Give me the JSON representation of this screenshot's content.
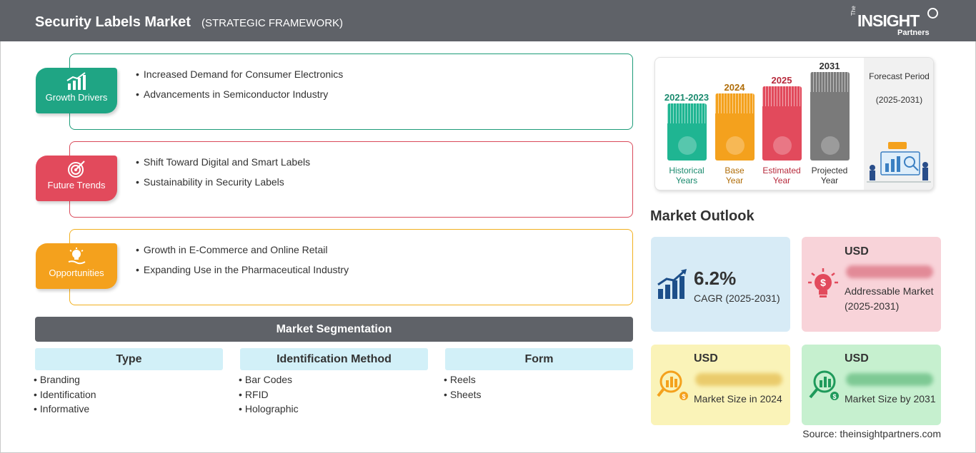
{
  "header": {
    "title": "Security Labels Market",
    "subtitle": "(STRATEGIC FRAMEWORK)",
    "logo_the": "The",
    "logo_insight": "INSIGHT",
    "logo_partners": "Partners"
  },
  "factors": {
    "growth": {
      "label": "Growth Drivers",
      "items": [
        "Increased Demand for Consumer Electronics",
        "Advancements in Semiconductor Industry"
      ]
    },
    "trends": {
      "label": "Future Trends",
      "items": [
        "Shift Toward Digital and Smart Labels",
        "Sustainability in Security Labels"
      ]
    },
    "opportunities": {
      "label": "Opportunities",
      "items": [
        "Growth in E-Commerce and Online Retail",
        "Expanding Use in the Pharmaceutical Industry"
      ]
    }
  },
  "segmentation": {
    "title": "Market Segmentation",
    "columns": [
      {
        "title": "Type",
        "items": [
          "Branding",
          "Identification",
          "Informative"
        ]
      },
      {
        "title": "Identification Method",
        "items": [
          "Bar Codes",
          "RFID",
          "Holographic"
        ]
      },
      {
        "title": "Form",
        "items": [
          "Reels",
          "Sheets"
        ]
      }
    ]
  },
  "timeline": {
    "periods": [
      {
        "year": "2021-2023",
        "label1": "Historical",
        "label2": "Years",
        "color": "#1fb592",
        "text_color": "#1a8a6e"
      },
      {
        "year": "2024",
        "label1": "Base",
        "label2": "Year",
        "color": "#f4a11d",
        "text_color": "#b06d08"
      },
      {
        "year": "2025",
        "label1": "Estimated",
        "label2": "Year",
        "color": "#e24a5c",
        "text_color": "#b72a3c"
      },
      {
        "year": "2031",
        "label1": "Projected",
        "label2": "Year",
        "color": "#7a7a7a",
        "text_color": "#333333"
      }
    ],
    "forecast_title": "Forecast Period",
    "forecast_range": "(2025-2031)"
  },
  "outlook": {
    "title": "Market Outlook",
    "cagr_value": "6.2%",
    "cagr_label": "CAGR (2025-2031)",
    "addressable_usd": "USD",
    "addressable_label": "Addressable Market (2025-2031)",
    "size_2024_usd": "USD",
    "size_2024_label": "Market Size in 2024",
    "size_2031_usd": "USD",
    "size_2031_label": "Market Size by 2031"
  },
  "source": "Source: theinsightpartners.com",
  "colors": {
    "header": "#5f6268",
    "growth": "#1fa584",
    "trends": "#e24a5c",
    "opportunities": "#f4a11d",
    "segment_title_bg": "#d2f0f8",
    "cagr_card": "#d7ebf6",
    "addressable_card": "#f8d3d9",
    "size_2024_card": "#faf3b8",
    "size_2031_card": "#c6f0cf"
  }
}
